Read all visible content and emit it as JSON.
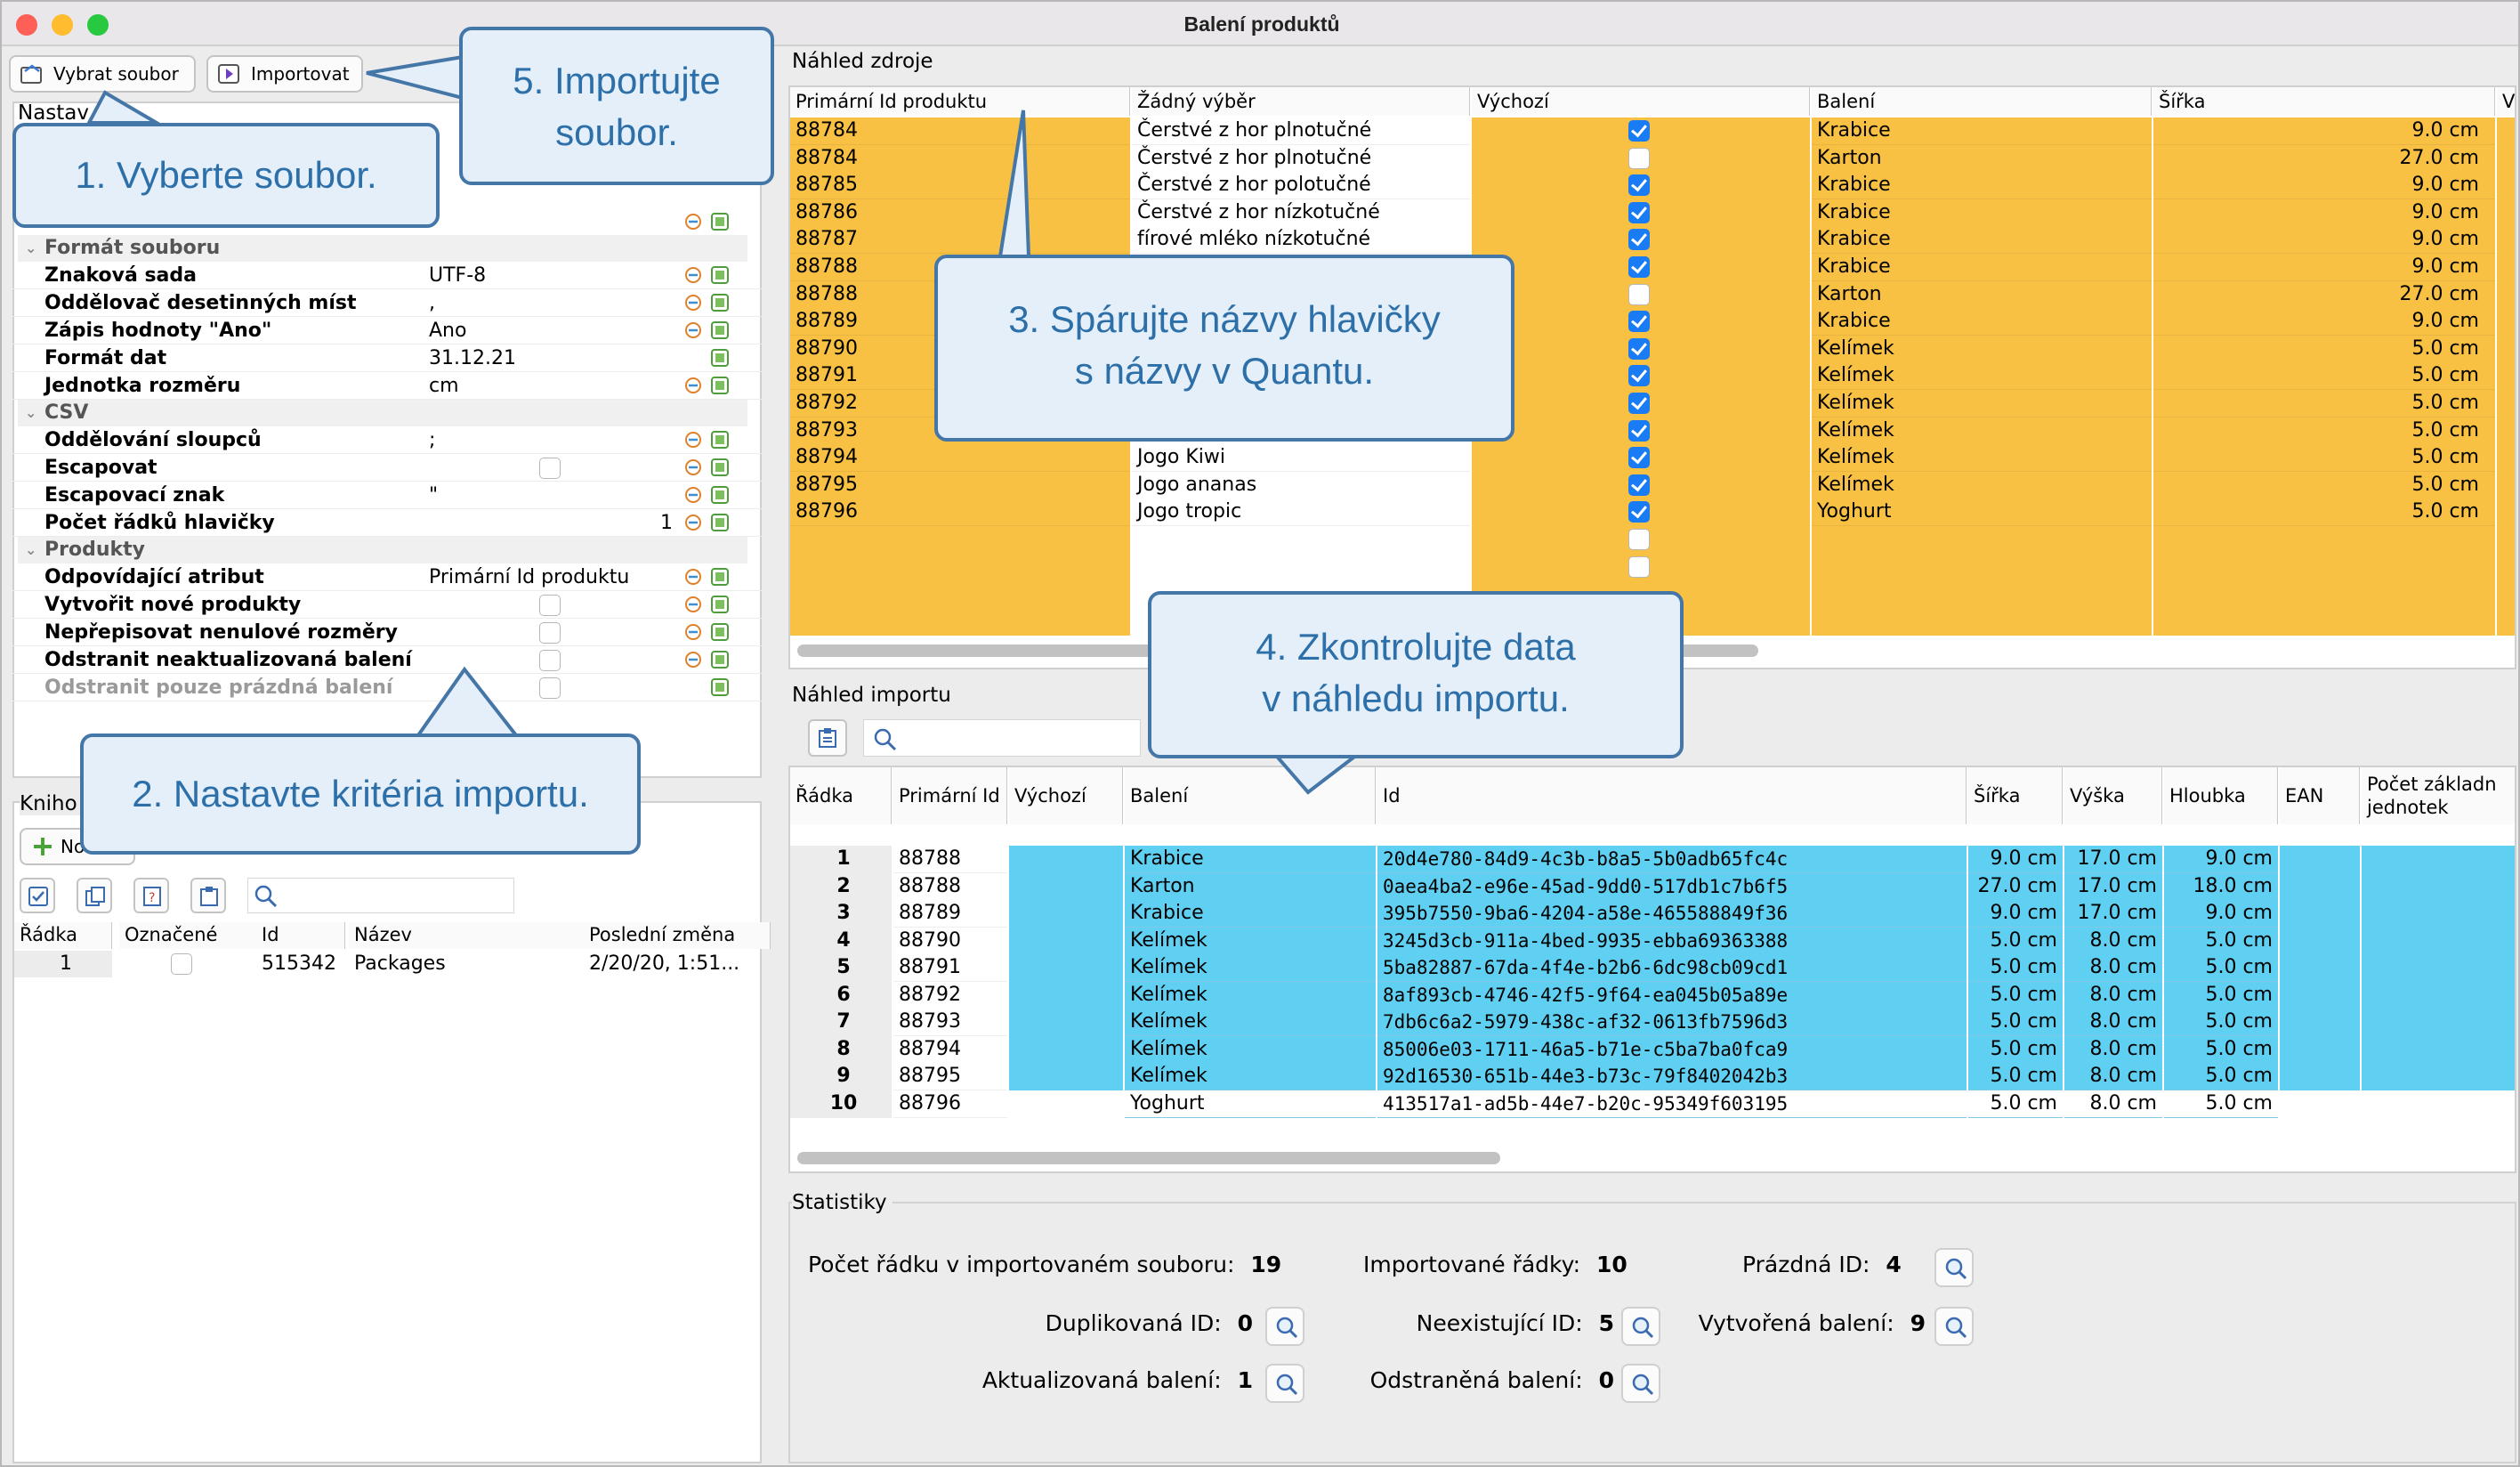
{
  "window": {
    "title": "Balení produktů"
  },
  "toolbar": {
    "select_file": "Vybrat soubor",
    "import": "Importovat"
  },
  "settings": {
    "tab_label": "Nastav",
    "sections": [
      {
        "title": "Formát souboru",
        "rows": [
          {
            "key": "Znaková sada",
            "value": "UTF-8"
          },
          {
            "key": "Oddělovač desetinných míst",
            "value": ","
          },
          {
            "key": "Zápis hodnoty \"Ano\"",
            "value": "Ano"
          },
          {
            "key": "Formát dat",
            "value": "31.12.21"
          },
          {
            "key": "Jednotka rozměru",
            "value": "cm"
          }
        ]
      },
      {
        "title": "CSV",
        "rows": [
          {
            "key": "Oddělování sloupců",
            "value": ";"
          },
          {
            "key": "Escapovat",
            "value": ""
          },
          {
            "key": "Escapovací znak",
            "value": "\""
          },
          {
            "key": "Počet řádků hlavičky",
            "value": "1"
          }
        ]
      },
      {
        "title": "Produkty",
        "rows": [
          {
            "key": "Odpovídající atribut",
            "value": "Primární Id produktu"
          },
          {
            "key": "Vytvořit nové produkty",
            "value": ""
          },
          {
            "key": "Nepřepisovat nenulové rozměry",
            "value": ""
          },
          {
            "key": "Odstranit neaktualizovaná balení",
            "value": ""
          },
          {
            "key": "Odstranit pouze prázdná balení",
            "value": ""
          }
        ]
      }
    ]
  },
  "library": {
    "title": "Kniho",
    "new_label": "No",
    "columns": [
      "Řádka",
      "Označené",
      "Id",
      "Název",
      "Poslední změna"
    ],
    "rows": [
      {
        "row": "1",
        "id": "515342",
        "name": "Packages",
        "changed": "2/20/20, 1:51..."
      }
    ]
  },
  "source_preview": {
    "title": "Náhled zdroje",
    "columns": [
      "Primární Id produktu",
      "Žádný výběr",
      "Výchozí",
      "Balení",
      "Šířka",
      "V"
    ],
    "rows": [
      {
        "id": "88784",
        "name": "Čerstvé z hor plnotučné",
        "def": true,
        "pack": "Krabice",
        "width": "9.0 cm"
      },
      {
        "id": "88784",
        "name": "Čerstvé z hor plnotučné",
        "def": false,
        "pack": "Karton",
        "width": "27.0 cm"
      },
      {
        "id": "88785",
        "name": "Čerstvé z hor polotučné",
        "def": true,
        "pack": "Krabice",
        "width": "9.0 cm"
      },
      {
        "id": "88786",
        "name": "Čerstvé z hor nízkotučné",
        "def": true,
        "pack": "Krabice",
        "width": "9.0 cm"
      },
      {
        "id": "88787",
        "name": "fírové mléko nízkotučné",
        "def": true,
        "pack": "Krabice",
        "width": "9.0 cm"
      },
      {
        "id": "88788",
        "name": "",
        "def": true,
        "pack": "Krabice",
        "width": "9.0 cm"
      },
      {
        "id": "88788",
        "name": "",
        "def": false,
        "pack": "Karton",
        "width": "27.0 cm"
      },
      {
        "id": "88789",
        "name": "",
        "def": true,
        "pack": "Krabice",
        "width": "9.0 cm"
      },
      {
        "id": "88790",
        "name": "",
        "def": true,
        "pack": "Kelímek",
        "width": "5.0 cm"
      },
      {
        "id": "88791",
        "name": "",
        "def": true,
        "pack": "Kelímek",
        "width": "5.0 cm"
      },
      {
        "id": "88792",
        "name": "",
        "def": true,
        "pack": "Kelímek",
        "width": "5.0 cm"
      },
      {
        "id": "88793",
        "name": "",
        "def": true,
        "pack": "Kelímek",
        "width": "5.0 cm"
      },
      {
        "id": "88794",
        "name": "Jogo Kiwi",
        "def": true,
        "pack": "Kelímek",
        "width": "5.0 cm"
      },
      {
        "id": "88795",
        "name": "Jogo ananas",
        "def": true,
        "pack": "Kelímek",
        "width": "5.0 cm"
      },
      {
        "id": "88796",
        "name": "Jogo tropic",
        "def": true,
        "pack": "Yoghurt",
        "width": "5.0 cm"
      }
    ]
  },
  "import_preview": {
    "title": "Náhled importu",
    "columns": [
      "Řádka",
      "Primární Id produktu",
      "Výchozí",
      "Balení",
      "Id",
      "Šířka",
      "Výška",
      "Hloubka",
      "EAN",
      "Počet základních jednotek"
    ],
    "col_last_line1": "Počet základn",
    "col_last_line2": "jednotek",
    "rows": [
      {
        "n": "1",
        "pid": "88788",
        "def": true,
        "pack": "Krabice",
        "id": "20d4e780-84d9-4c3b-b8a5-5b0adb65fc4c",
        "w": "9.0 cm",
        "h": "17.0 cm",
        "d": "9.0 cm"
      },
      {
        "n": "2",
        "pid": "88788",
        "def": false,
        "pack": "Karton",
        "id": "0aea4ba2-e96e-45ad-9dd0-517db1c7b6f5",
        "w": "27.0 cm",
        "h": "17.0 cm",
        "d": "18.0 cm"
      },
      {
        "n": "3",
        "pid": "88789",
        "def": true,
        "pack": "Krabice",
        "id": "395b7550-9ba6-4204-a58e-465588849f36",
        "w": "9.0 cm",
        "h": "17.0 cm",
        "d": "9.0 cm"
      },
      {
        "n": "4",
        "pid": "88790",
        "def": true,
        "pack": "Kelímek",
        "id": "3245d3cb-911a-4bed-9935-ebba69363388",
        "w": "5.0 cm",
        "h": "8.0 cm",
        "d": "5.0 cm"
      },
      {
        "n": "5",
        "pid": "88791",
        "def": true,
        "pack": "Kelímek",
        "id": "5ba82887-67da-4f4e-b2b6-6dc98cb09cd1",
        "w": "5.0 cm",
        "h": "8.0 cm",
        "d": "5.0 cm"
      },
      {
        "n": "6",
        "pid": "88792",
        "def": true,
        "pack": "Kelímek",
        "id": "8af893cb-4746-42f5-9f64-ea045b05a89e",
        "w": "5.0 cm",
        "h": "8.0 cm",
        "d": "5.0 cm"
      },
      {
        "n": "7",
        "pid": "88793",
        "def": true,
        "pack": "Kelímek",
        "id": "7db6c6a2-5979-438c-af32-0613fb7596d3",
        "w": "5.0 cm",
        "h": "8.0 cm",
        "d": "5.0 cm"
      },
      {
        "n": "8",
        "pid": "88794",
        "def": true,
        "pack": "Kelímek",
        "id": "85006e03-1711-46a5-b71e-c5ba7ba0fca9",
        "w": "5.0 cm",
        "h": "8.0 cm",
        "d": "5.0 cm"
      },
      {
        "n": "9",
        "pid": "88795",
        "def": true,
        "pack": "Kelímek",
        "id": "92d16530-651b-44e3-b73c-79f8402042b3",
        "w": "5.0 cm",
        "h": "8.0 cm",
        "d": "5.0 cm"
      },
      {
        "n": "10",
        "pid": "88796",
        "def": true,
        "pack": "Yoghurt",
        "id": "413517a1-ad5b-44e7-b20c-95349f603195",
        "w": "5.0 cm",
        "h": "8.0 cm",
        "d": "5.0 cm"
      }
    ]
  },
  "statistics": {
    "title": "Statistiky",
    "items": [
      {
        "label": "Počet řádku v importovaném souboru:",
        "value": "19"
      },
      {
        "label": "Importované řádky:",
        "value": "10"
      },
      {
        "label": "Prázdná ID:",
        "value": "4"
      },
      {
        "label": "Duplikovaná ID:",
        "value": "0"
      },
      {
        "label": "Neexistující ID:",
        "value": "5"
      },
      {
        "label": "Vytvořená balení:",
        "value": "9"
      },
      {
        "label": "Aktualizovaná balení:",
        "value": "1"
      },
      {
        "label": "Odstraněná balení:",
        "value": "0"
      }
    ]
  },
  "callouts": {
    "c1": "1. Vyberte soubor.",
    "c2": "2. Nastavte kritéria importu.",
    "c3_line1": "3. Spárujte názvy hlavičky",
    "c3_line2": "s názvy v Quantu.",
    "c4_line1": "4. Zkontrolujte data",
    "c4_line2": "v náhledu importu.",
    "c5_line1": "5. Importujte",
    "c5_line2": "soubor."
  },
  "colors": {
    "source_highlight": "#f8c143",
    "import_highlight": "#5fd0f2",
    "callout_border": "#4576a8",
    "callout_fill": "#e4eff9",
    "checkbox": "#1a7cf5"
  }
}
